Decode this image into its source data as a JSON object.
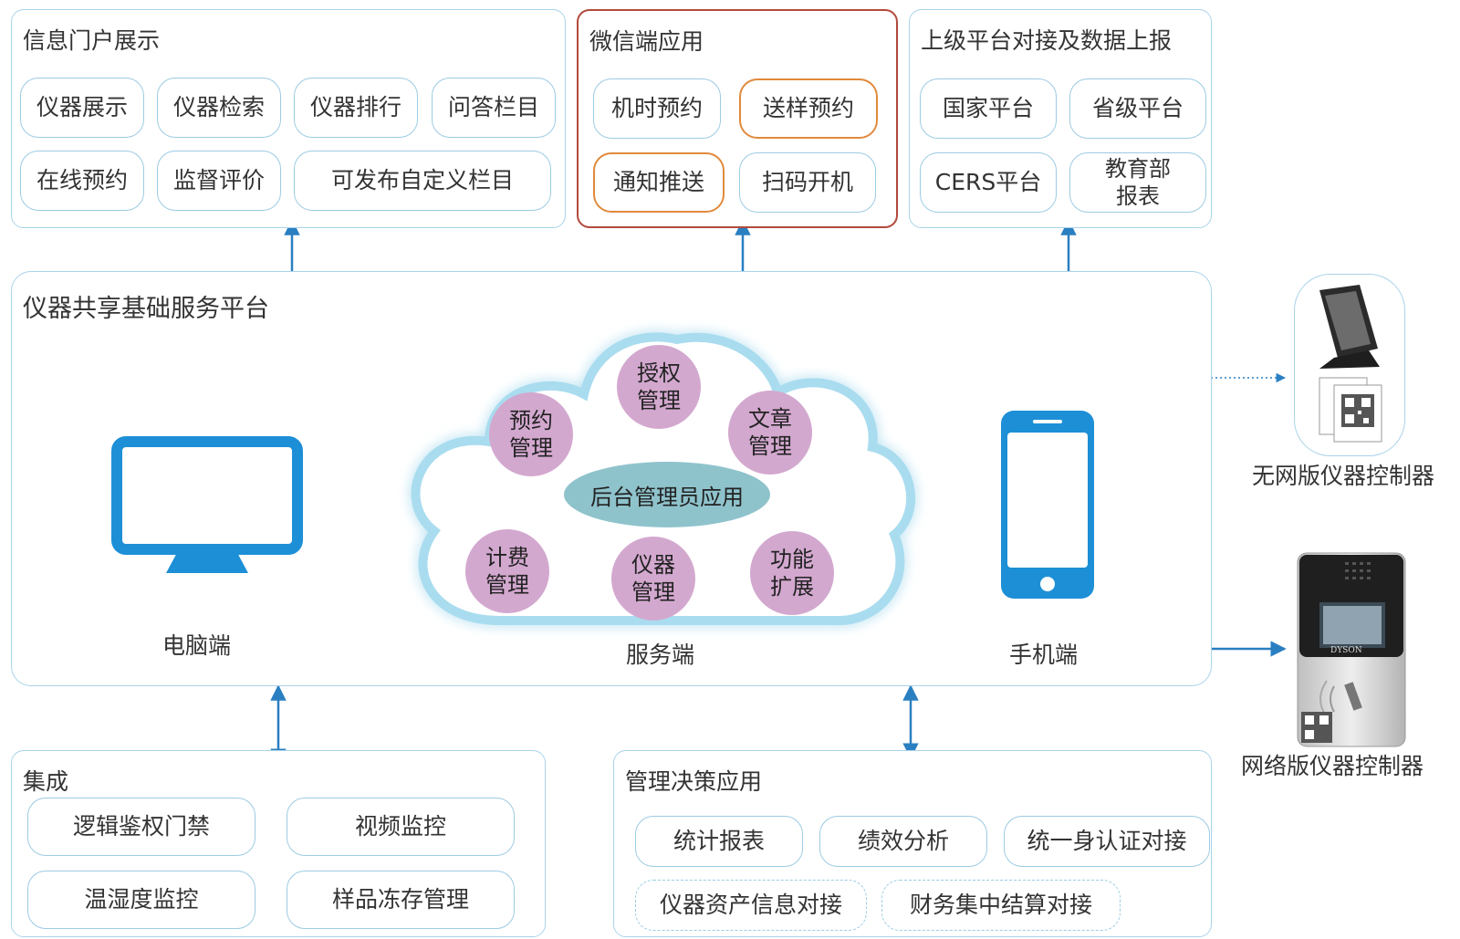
{
  "top": {
    "info_portal": {
      "title": "信息门户展示",
      "items": [
        "仪器展示",
        "仪器检索",
        "仪器排行",
        "问答栏目",
        "在线预约",
        "监督评价",
        "可发布自定义栏目"
      ]
    },
    "wechat": {
      "title": "微信端应用",
      "items": [
        "机时预约",
        "送样预约",
        "通知推送",
        "扫码开机"
      ]
    },
    "superior": {
      "title": "上级平台对接及数据上报",
      "items": [
        "国家平台",
        "省级平台",
        "CERS平台",
        "教育部\n报表"
      ]
    }
  },
  "platform": {
    "title": "仪器共享基础服务平台",
    "pc_label": "电脑端",
    "server_label": "服务端",
    "mobile_label": "手机端",
    "cloud_center": "后台管理员应用",
    "modules": [
      "授权管理",
      "预约管理",
      "文章管理",
      "计费管理",
      "仪器管理",
      "功能扩展"
    ]
  },
  "devices": {
    "offline_label": "无网版仪器控制器",
    "online_label": "网络版仪器控制器",
    "online_brand": "DYSON"
  },
  "bottom": {
    "integration": {
      "title": "集成",
      "items": [
        "逻辑鉴权门禁",
        "视频监控",
        "温湿度监控",
        "样品冻存管理"
      ]
    },
    "decision": {
      "title": "管理决策应用",
      "items": [
        "统计报表",
        "绩效分析",
        "统一身认证对接",
        "仪器资产信息对接",
        "财务集中结算对接"
      ]
    }
  },
  "colors": {
    "panel_border": "#a9d3ea",
    "accent_orange": "#e08a3c",
    "wechat_border": "#b24a3c",
    "arrow_blue": "#2a7fc1",
    "bubble_purple": "#d3a8cf",
    "center_teal": "#8fc3cc"
  }
}
